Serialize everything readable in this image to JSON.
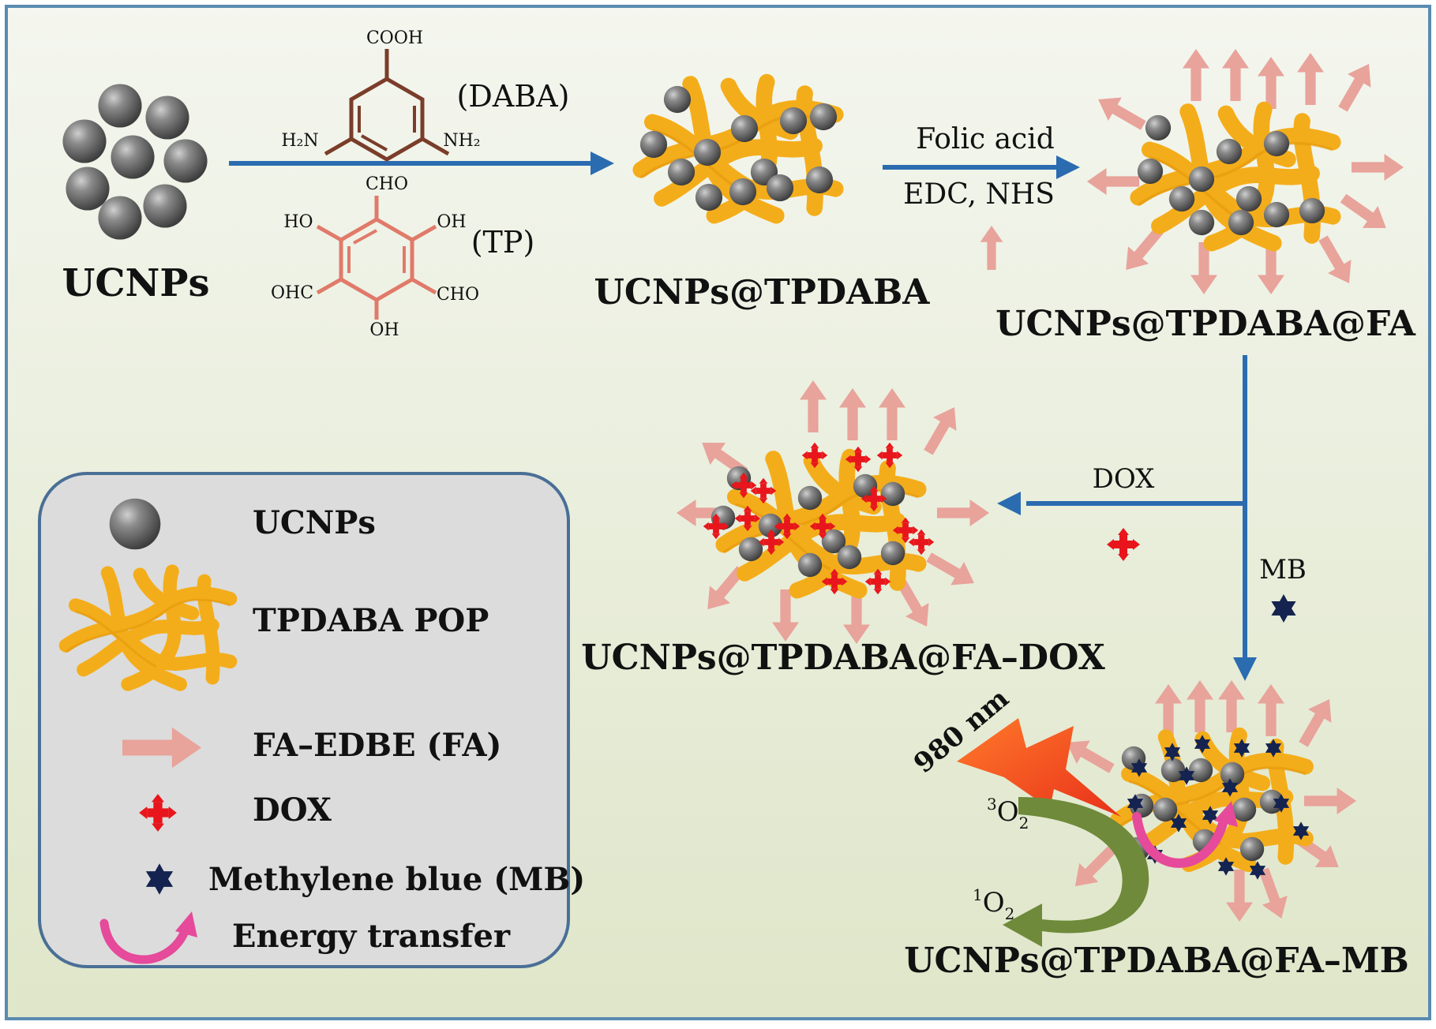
{
  "colors": {
    "frame": "#5a8bb0",
    "bg_top": "#f4f6ef",
    "bg_bottom": "#dfe6c9",
    "arrow_blue": "#2b6cb0",
    "nanoparticle": "#6d6d6d",
    "pop_orange": "#f4ad1a",
    "fa_pink": "#e8a39b",
    "dox_red": "#e8161c",
    "mb_navy": "#14234f",
    "tp_ring": "#e07a6a",
    "daba_ring": "#7a3d2a",
    "legend_bg": "#dcdcdc",
    "legend_border": "#4a6f96",
    "laser": "#f04a16",
    "o2_arrow": "#6e8a3a",
    "energy_arrow": "#e64a9a"
  },
  "icons": {
    "nanoparticle": "sphere-icon",
    "pop": "fiber-network-icon",
    "fa": "pink-arrow-icon",
    "dox": "red-cross-arrows-icon",
    "mb": "hexagram-star-icon",
    "energy": "curved-arrow-icon",
    "laser": "lightning-bolt-icon"
  },
  "stages": {
    "ucnps": "UCNPs",
    "tpdaba": "UCNPs@TPDABA",
    "fa": "UCNPs@TPDABA@FA",
    "dox": "UCNPs@TPDABA@FA–DOX",
    "mb": "UCNPs@TPDABA@FA–MB"
  },
  "reagents": {
    "daba_label": "(DABA)",
    "tp_label": "(TP)",
    "daba_cooh": "COOH",
    "daba_h2n": "H₂N",
    "daba_nh2": "NH₂",
    "tp_cho_top": "CHO",
    "tp_ho": "HO",
    "tp_oh_right": "OH",
    "tp_ohc": "OHC",
    "tp_cho_right": "CHO",
    "tp_oh_bottom": "OH",
    "step2_line1": "Folic acid",
    "step2_line2": "EDC, NHS",
    "dox": "DOX",
    "mb": "MB"
  },
  "pdt": {
    "laser": "980 nm",
    "triplet_sup": "3",
    "singlet_sup": "1",
    "oxygen": "O",
    "oxygen_sub": "2"
  },
  "legend": {
    "ucnps": "UCNPs",
    "pop": "TPDABA POP",
    "fa": "FA–EDBE (FA)",
    "dox": "DOX",
    "mb": "Methylene blue (MB)",
    "energy": "Energy transfer"
  }
}
